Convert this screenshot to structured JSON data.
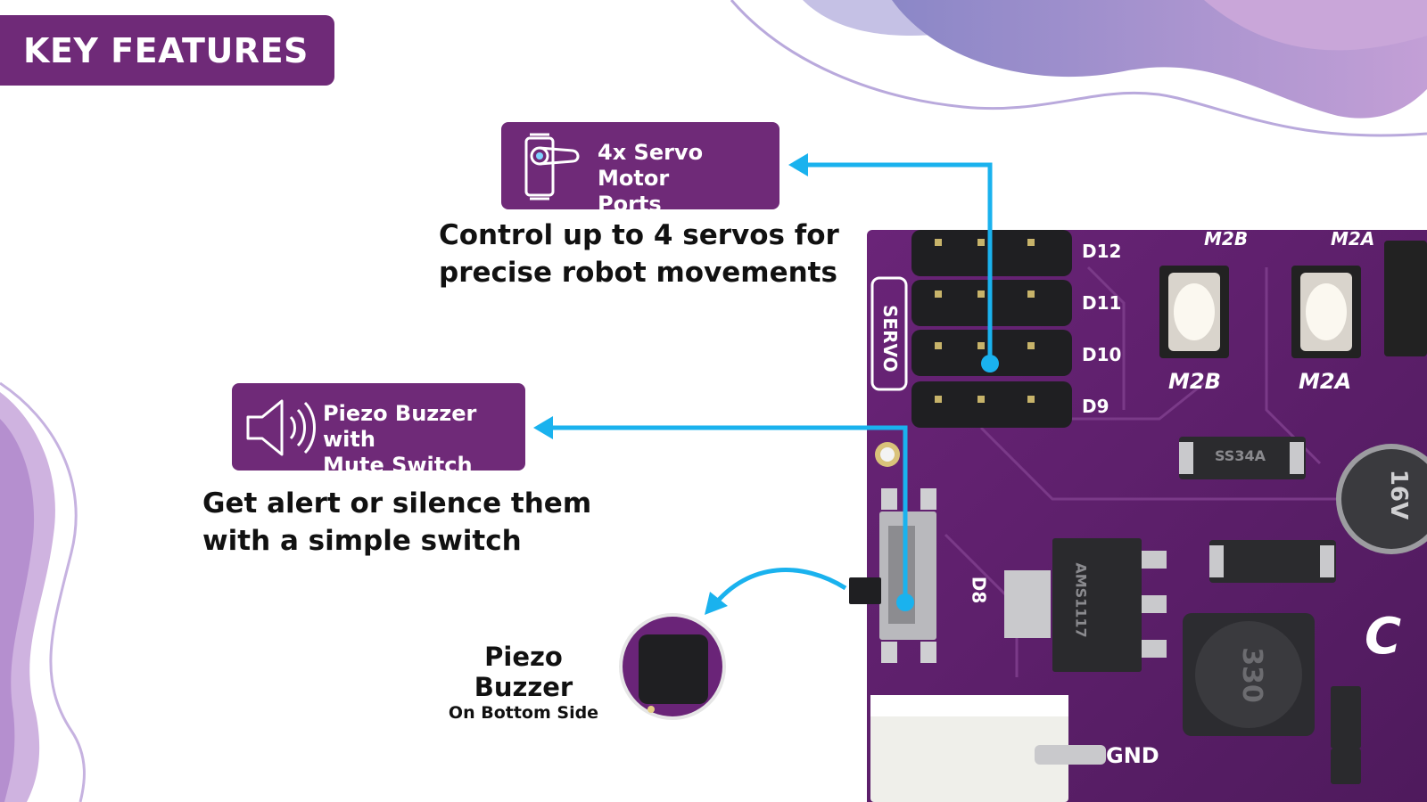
{
  "heading": "KEY FEATURES",
  "features": [
    {
      "label_line1": "4x Servo Motor",
      "label_line2": "Ports",
      "icon": "servo-icon",
      "desc_line1": "Control up to 4 servos for",
      "desc_line2": "precise robot movements"
    },
    {
      "label_line1": "Piezo Buzzer with",
      "label_line2": "Mute Switch",
      "icon": "speaker-icon",
      "desc_line1": "Get alert or silence them",
      "desc_line2": "with a simple switch"
    }
  ],
  "buzzer_callout": {
    "title": "Piezo Buzzer",
    "subtitle": "On Bottom Side"
  },
  "board": {
    "servo_label": "SERVO",
    "pin_labels": [
      "D12",
      "D11",
      "D10",
      "D9"
    ],
    "button_labels_top": [
      "M2B",
      "M2A"
    ],
    "button_labels": [
      "M2B",
      "M2A"
    ],
    "d8_label": "D8",
    "gnd_label": "GND",
    "inductor_label": "330",
    "cap_label": "16V",
    "brand_partial": "C",
    "diode_label": "SS34A",
    "regulator_label": "AMS1117"
  },
  "colors": {
    "accent_purple": "#6f2a78",
    "arrow_blue": "#1ab2ee",
    "pcb_purple": "#5a1d68"
  }
}
